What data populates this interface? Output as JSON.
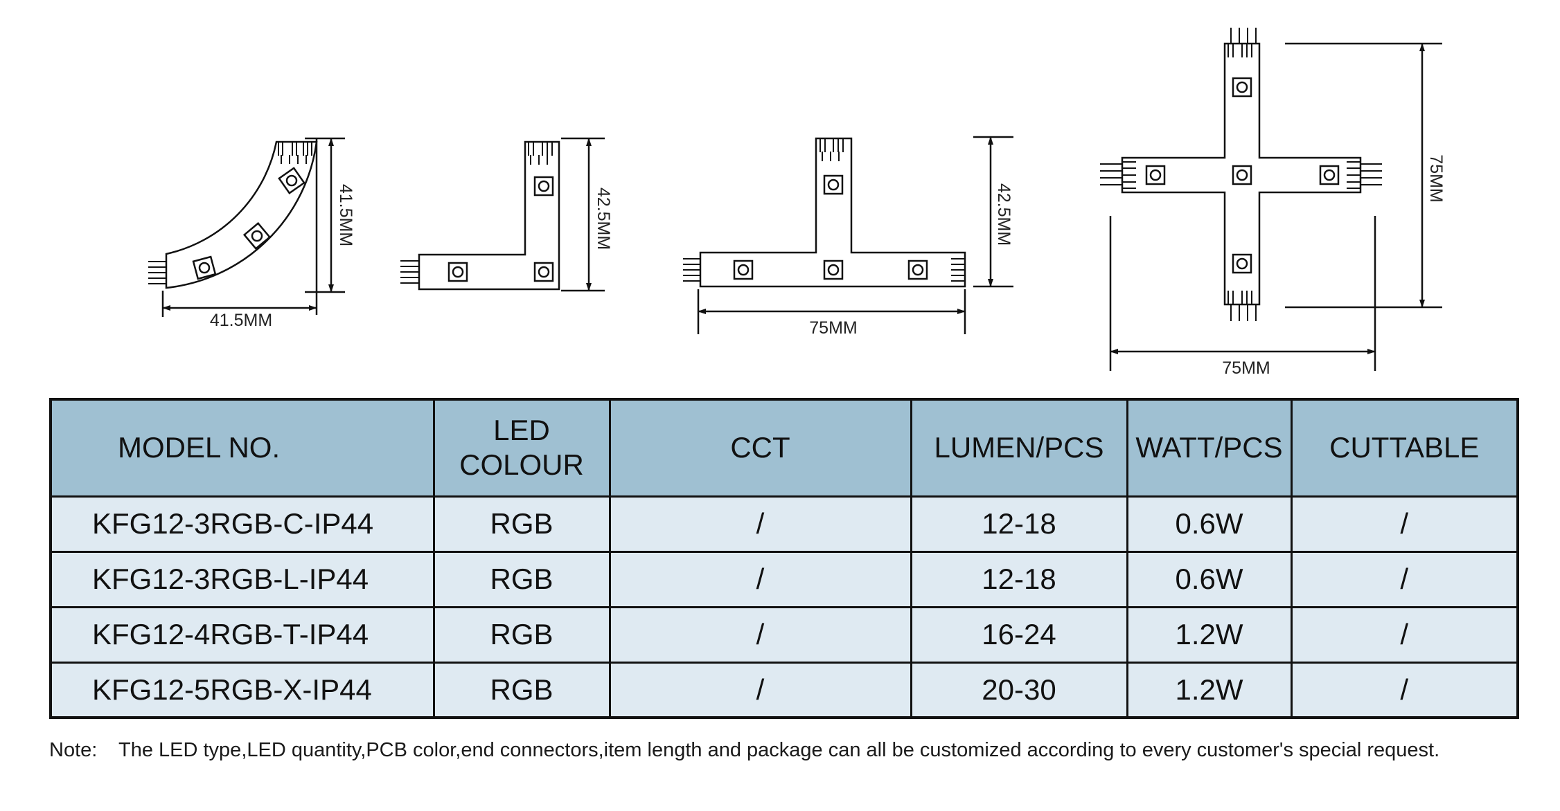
{
  "drawings": {
    "curve": {
      "width_label": "41.5MM",
      "height_label": "41.5MM"
    },
    "l_shape": {
      "height_label": "42.5MM"
    },
    "t_shape": {
      "width_label": "75MM",
      "height_label": "42.5MM"
    },
    "x_shape": {
      "width_label": "75MM",
      "height_label": "75MM"
    }
  },
  "table": {
    "headers": {
      "model": "MODEL NO.",
      "led_colour_line1": "LED",
      "led_colour_line2": "COLOUR",
      "cct": "CCT",
      "lumen": "LUMEN/PCS",
      "watt": "WATT/PCS",
      "cuttable": "CUTTABLE"
    },
    "rows": [
      {
        "model": "KFG12-3RGB-C-IP44",
        "led_colour": "RGB",
        "cct": "/",
        "lumen": "12-18",
        "watt": "0.6W",
        "cuttable": "/"
      },
      {
        "model": "KFG12-3RGB-L-IP44",
        "led_colour": "RGB",
        "cct": "/",
        "lumen": "12-18",
        "watt": "0.6W",
        "cuttable": "/"
      },
      {
        "model": "KFG12-4RGB-T-IP44",
        "led_colour": "RGB",
        "cct": "/",
        "lumen": "16-24",
        "watt": "1.2W",
        "cuttable": "/"
      },
      {
        "model": "KFG12-5RGB-X-IP44",
        "led_colour": "RGB",
        "cct": "/",
        "lumen": "20-30",
        "watt": "1.2W",
        "cuttable": "/"
      }
    ]
  },
  "note": {
    "label": "Note:",
    "text": "The LED type,LED quantity,PCB color,end connectors,item length and package can all be customized according  to every customer's special request."
  },
  "colors": {
    "header_bg": "#9fc0d2",
    "row_bg": "#dfeaf2",
    "line": "#111111"
  }
}
